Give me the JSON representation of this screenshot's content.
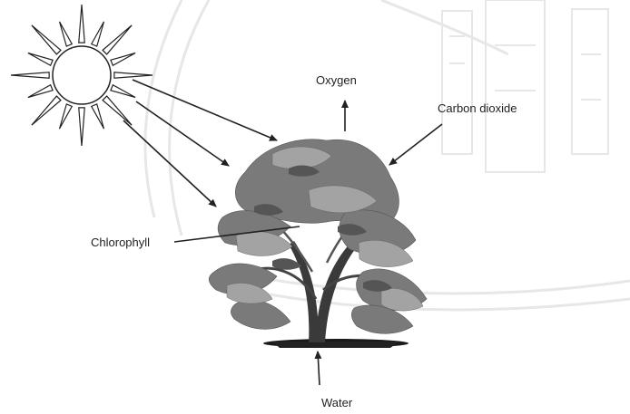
{
  "labels": {
    "oxygen": "Oxygen",
    "carbon_dioxide": "Carbon dioxide",
    "chlorophyll": "Chlorophyll",
    "water": "Water"
  },
  "colors": {
    "outline": "#222222",
    "foliage_dark": "#6e6e6e",
    "foliage_light": "#9a9a9a",
    "trunk": "#3a3a3a",
    "watermark": "#e6e6e6"
  },
  "icons": {
    "sun": "sun-icon",
    "tree": "tree-icon",
    "watermark": "watermark-seal"
  }
}
